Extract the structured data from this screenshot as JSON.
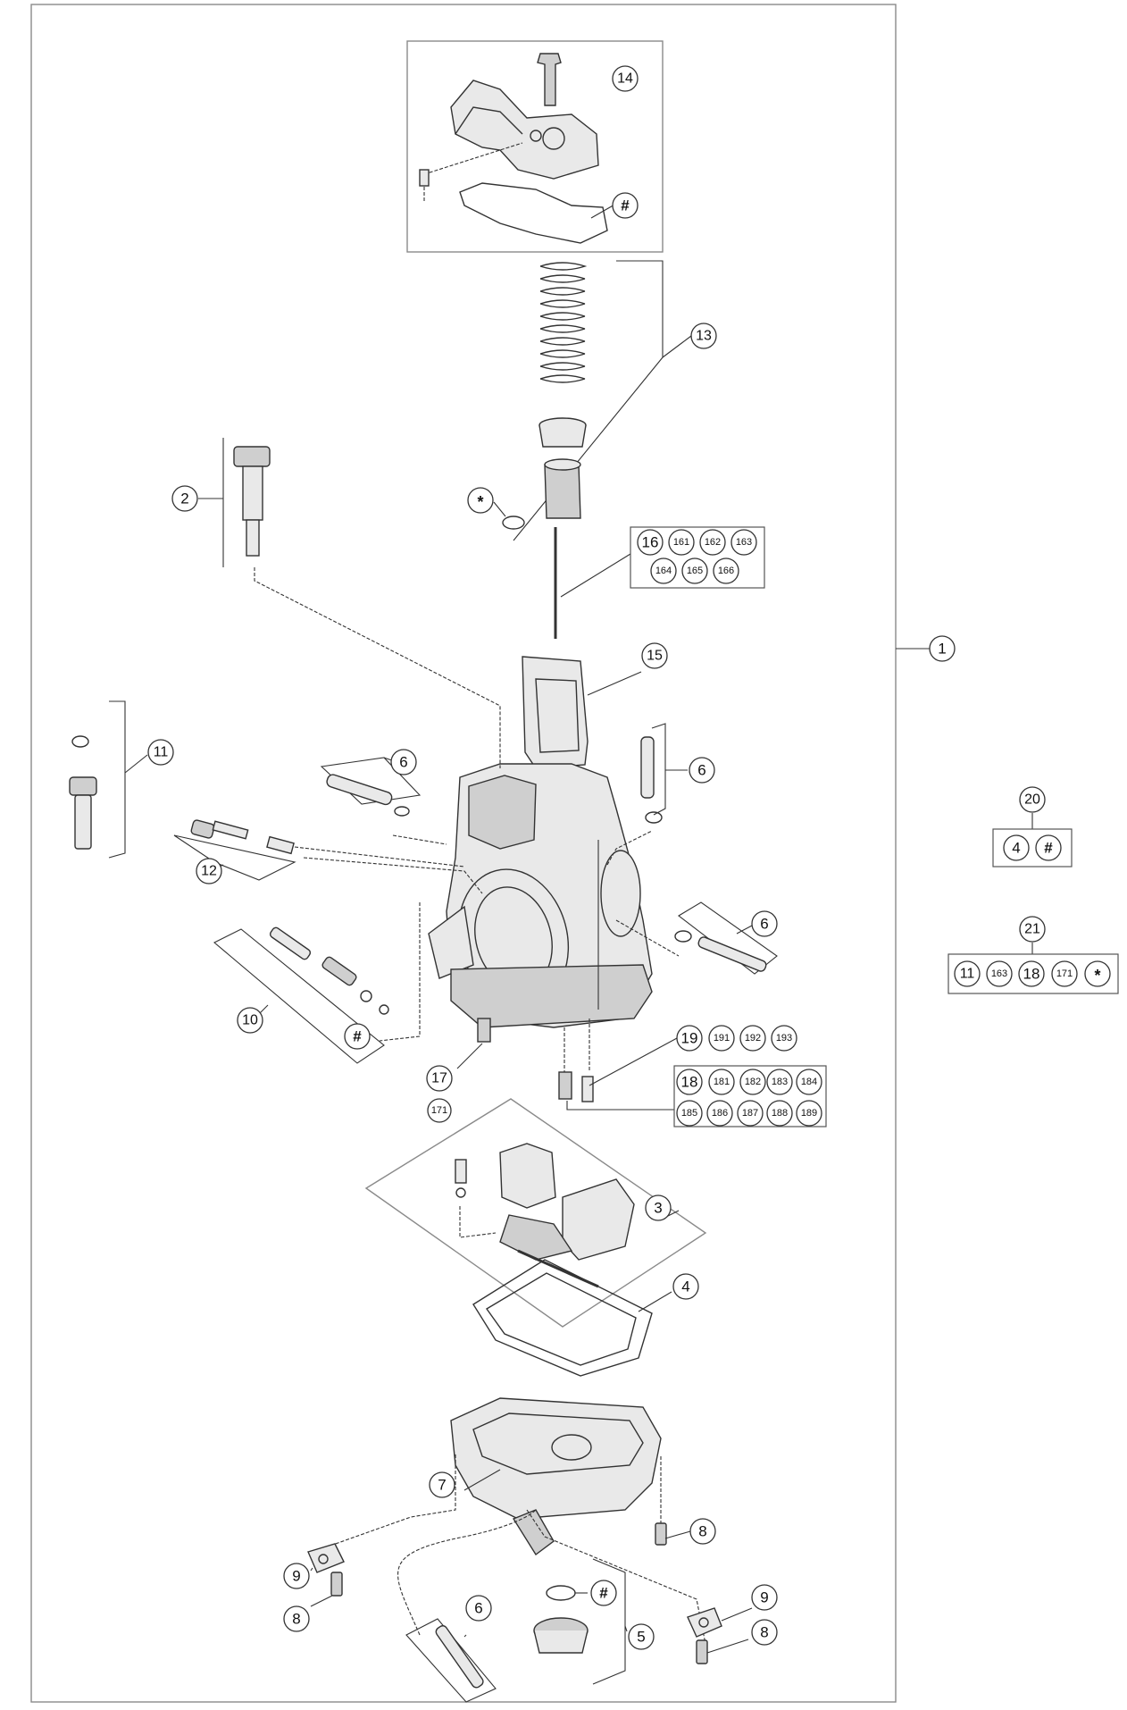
{
  "diagram": {
    "callouts": {
      "c1": "1",
      "c2": "2",
      "c3": "3",
      "c4": "4",
      "c5": "5",
      "c6a": "6",
      "c6b": "6",
      "c6c": "6",
      "c6d": "6",
      "c7": "7",
      "c8a": "8",
      "c8b": "8",
      "c8c": "8",
      "c9a": "9",
      "c9b": "9",
      "c10": "10",
      "c11": "11",
      "c12": "12",
      "c13": "13",
      "c14": "14",
      "c15": "15",
      "c17": "17",
      "c171": "171",
      "hashA": "#",
      "hashB": "#",
      "hashC": "#",
      "starA": "*"
    },
    "needle_group": {
      "row1": [
        "16",
        "161",
        "162",
        "163"
      ],
      "row2": [
        "164",
        "165",
        "166"
      ]
    },
    "jet19_row": [
      "19",
      "191",
      "192",
      "193"
    ],
    "jet18_group": {
      "row1": [
        "18",
        "181",
        "182",
        "183",
        "184"
      ],
      "row2": [
        "185",
        "186",
        "187",
        "188",
        "189"
      ]
    },
    "kit20": {
      "label": "20",
      "items": [
        "4",
        "#"
      ]
    },
    "kit21": {
      "label": "21",
      "items": [
        "11",
        "163",
        "18",
        "171",
        "*"
      ]
    }
  }
}
